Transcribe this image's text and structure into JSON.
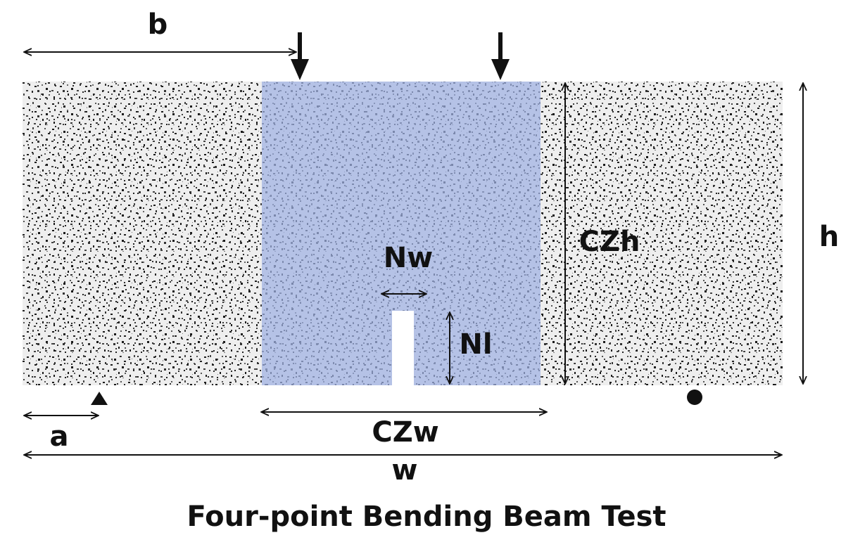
{
  "title": "Four-point Bending Beam Test",
  "labels": {
    "b": "b",
    "a": "a",
    "w": "w",
    "h": "h",
    "czw": "CZw",
    "czh": "CZh",
    "nw": "Nw",
    "nl": "Nl"
  },
  "colors": {
    "specimen_base": "#eeeeee",
    "speckle": "#1a1a1a",
    "cohesive_zone": "#9fb1e3",
    "notch": "#ffffff",
    "ink": "#111111"
  },
  "icons": {
    "load": "arrow-down-icon",
    "left_support": "triangle-support-icon",
    "right_support": "roller-support-icon"
  }
}
